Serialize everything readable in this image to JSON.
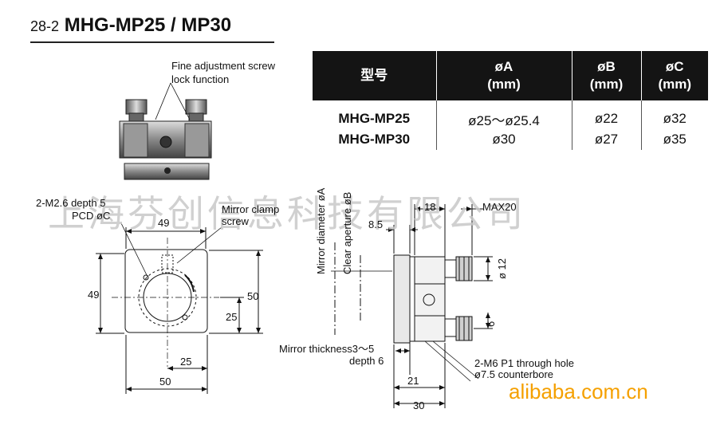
{
  "header": {
    "section_no": "28-2",
    "model": "MHG-MP25 / MP30"
  },
  "spec_table": {
    "columns": [
      {
        "label": "型号",
        "unit": ""
      },
      {
        "label": "øA",
        "unit": "(mm)"
      },
      {
        "label": "øB",
        "unit": "(mm)"
      },
      {
        "label": "øC",
        "unit": "(mm)"
      }
    ],
    "rows": [
      {
        "model": "MHG-MP25",
        "a": "ø25～ø25.4",
        "b": "ø22",
        "c": "ø32"
      },
      {
        "model": "MHG-MP30",
        "a": "ø30",
        "b": "ø27",
        "c": "ø35"
      }
    ]
  },
  "annotations": {
    "fine_adjust_1": "Fine adjustment screw",
    "fine_adjust_2": "lock function",
    "m26_1": "2-M2.6 depth 5",
    "m26_2": "PCD øC",
    "clamp_1": "Mirror clamp",
    "clamp_2": "screw",
    "mirror_diameter": "Mirror diameter øA",
    "clear_aperture": "Clear aperture øB",
    "thickness_1": "Mirror thickness3～5",
    "thickness_2": "depth 6",
    "m6_1": "2-M6 P1 through hole",
    "m6_2": "ø7.5 counterbore"
  },
  "dimensions": {
    "d49_top": "49",
    "d49_left": "49",
    "d50_right": "50",
    "d25_right": "25",
    "d25_bottom": "25",
    "d50_bottom": "50",
    "d8_5": "8.5",
    "d18": "18",
    "max20": "MAX20",
    "phi12": "ø 12",
    "d6": "6",
    "d21": "21",
    "d30": "30"
  },
  "watermark": "上海芬创信息科技有限公司",
  "site": "alibaba.com.cn"
}
